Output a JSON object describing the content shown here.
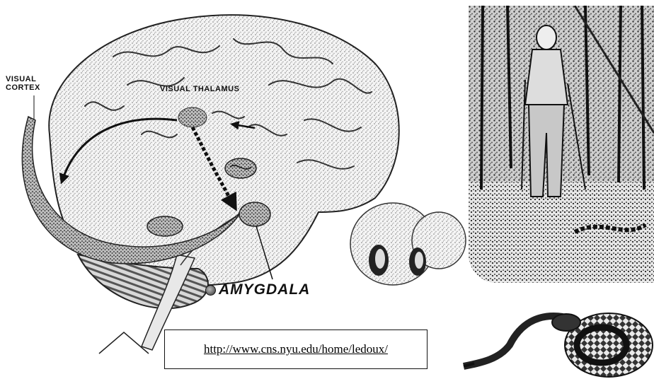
{
  "labels": {
    "visual_cortex": "VISUAL CORTEX",
    "visual_thalamus": "VISUAL THALAMUS",
    "amygdala": "AMYGDALA"
  },
  "link": {
    "url_text": "http://www.cns.nyu.edu/home/ledoux/"
  },
  "icons": [
    "brain-illustration",
    "hiker-photo",
    "rattlesnake-illustration"
  ],
  "colors": {
    "ink": "#111111",
    "background": "#ffffff"
  }
}
